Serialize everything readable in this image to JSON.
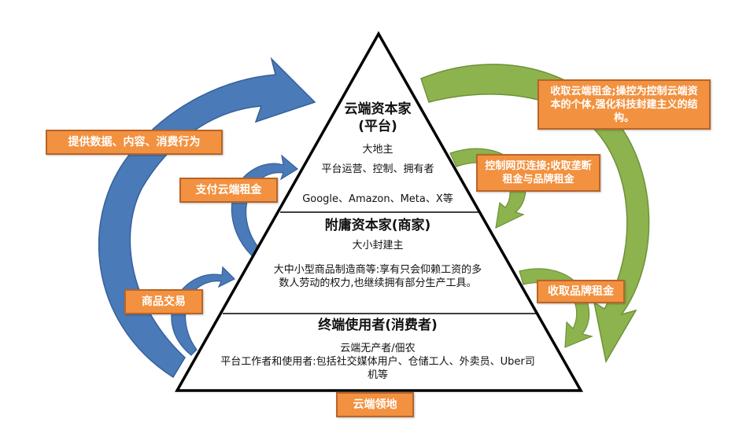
{
  "colors": {
    "blue_arrow": "#4a7ab8",
    "blue_arrow_edge": "#36609a",
    "green_arrow": "#8db34e",
    "green_arrow_edge": "#6f9138",
    "label_fill": "#f2913f",
    "label_border": "#b8642a"
  },
  "pyramid": {
    "top": {
      "title_line1": "云端资本家",
      "title_line2": "(平台)",
      "subtitle": "大地主",
      "desc": "平台运营、控制、拥有者",
      "examples": "Google、Amazon、Meta、X等"
    },
    "middle": {
      "title": "附庸资本家(商家)",
      "subtitle": "大小封建主",
      "desc": "大中小型商品制造商等:享有只会仰赖工资的多数人劳动的权力,也继续拥有部分生产工具。"
    },
    "bottom": {
      "title": "终端使用者(消费者)",
      "subtitle": "云端无产者/佃农",
      "desc": "平台工作者和使用者:包括社交媒体用户、仓储工人、外卖员、Uber司机等"
    }
  },
  "labels": {
    "provide_data": "提供数据、内容、消费行为",
    "pay_cloud_rent": "支付云端租金",
    "commodity_trade": "商品交易",
    "collect_cloud_rent": "收取云端租金;操控为控制云端资本的个体,强化科技封建主义的结构。",
    "control_links": "控制网页连接;收取垄断租金与品牌租金",
    "collect_brand_rent": "收取品牌租金",
    "cloud_territory": "云端领地"
  }
}
